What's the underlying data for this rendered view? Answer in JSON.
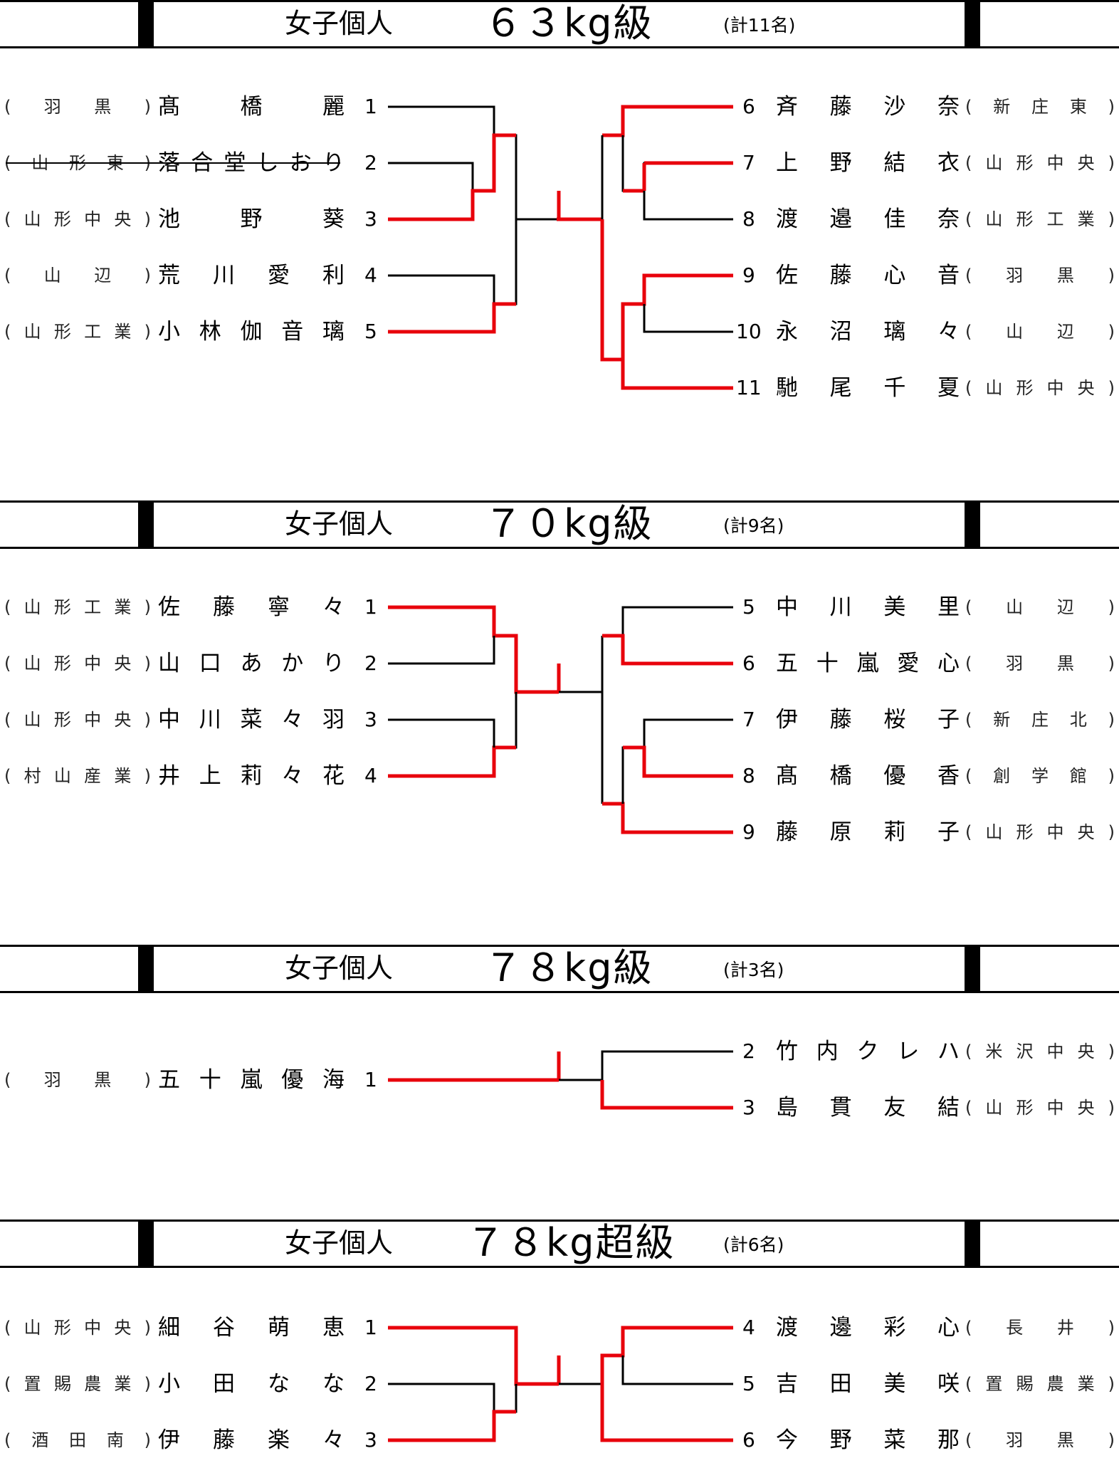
{
  "colors": {
    "winner_line": "#e8000b",
    "line": "#000000"
  },
  "divisions": [
    {
      "id": "63kg",
      "title": "女子個人",
      "weight": "６３kg級",
      "count": "(計11名)",
      "left": [
        {
          "seed": "1",
          "name": "髙橋　麗",
          "school": "羽黒"
        },
        {
          "seed": "2",
          "name": "落合堂しおり",
          "school": "山形東",
          "withdrawn": true
        },
        {
          "seed": "3",
          "name": "池野　葵",
          "school": "山形中央"
        },
        {
          "seed": "4",
          "name": "荒川愛利",
          "school": "山辺"
        },
        {
          "seed": "5",
          "name": "小林伽音璃",
          "school": "山形工業"
        }
      ],
      "right": [
        {
          "seed": "6",
          "name": "斉藤沙奈",
          "school": "新庄東"
        },
        {
          "seed": "7",
          "name": "上野結衣",
          "school": "山形中央"
        },
        {
          "seed": "8",
          "name": "渡邉佳奈",
          "school": "山形工業"
        },
        {
          "seed": "9",
          "name": "佐藤心音",
          "school": "羽黒"
        },
        {
          "seed": "10",
          "name": "永沼璃々",
          "school": "山辺"
        },
        {
          "seed": "11",
          "name": "馳尾千夏",
          "school": "山形中央"
        }
      ]
    },
    {
      "id": "70kg",
      "title": "女子個人",
      "weight": "７０kg級",
      "count": "(計9名)",
      "left": [
        {
          "seed": "1",
          "name": "佐藤寧々",
          "school": "山形工業"
        },
        {
          "seed": "2",
          "name": "山口あかり",
          "school": "山形中央"
        },
        {
          "seed": "3",
          "name": "中川菜々羽",
          "school": "山形中央"
        },
        {
          "seed": "4",
          "name": "井上莉々花",
          "school": "村山産業"
        }
      ],
      "right": [
        {
          "seed": "5",
          "name": "中川美里",
          "school": "山辺"
        },
        {
          "seed": "6",
          "name": "五十嵐愛心",
          "school": "羽黒"
        },
        {
          "seed": "7",
          "name": "伊藤桜子",
          "school": "新庄北"
        },
        {
          "seed": "8",
          "name": "髙橋優香",
          "school": "創学館"
        },
        {
          "seed": "9",
          "name": "藤原莉子",
          "school": "山形中央"
        }
      ]
    },
    {
      "id": "78kg",
      "title": "女子個人",
      "weight": "７８kg級",
      "count": "(計3名)",
      "left": [
        {
          "seed": "1",
          "name": "五十嵐優海",
          "school": "羽黒"
        }
      ],
      "right": [
        {
          "seed": "2",
          "name": "竹内クレハ",
          "school": "米沢中央"
        },
        {
          "seed": "3",
          "name": "島貫友結",
          "school": "山形中央"
        }
      ]
    },
    {
      "id": "78kgplus",
      "title": "女子個人",
      "weight": "７８kg超級",
      "count": "(計6名)",
      "left": [
        {
          "seed": "1",
          "name": "細谷萌恵",
          "school": "山形中央"
        },
        {
          "seed": "2",
          "name": "小田なな",
          "school": "置賜農業"
        },
        {
          "seed": "3",
          "name": "伊藤楽々",
          "school": "酒田南"
        }
      ],
      "right": [
        {
          "seed": "4",
          "name": "渡邊彩心",
          "school": "長井"
        },
        {
          "seed": "5",
          "name": "吉田美咲",
          "school": "置賜農業"
        },
        {
          "seed": "6",
          "name": "今野菜那",
          "school": "羽黒"
        }
      ]
    }
  ]
}
